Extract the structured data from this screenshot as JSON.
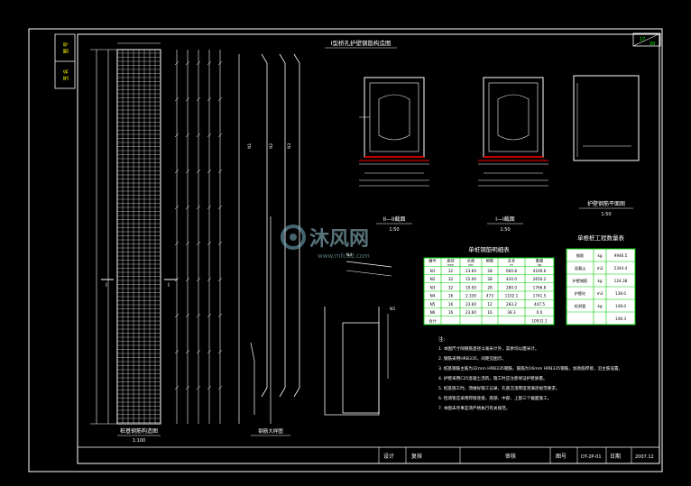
{
  "sheet": {
    "sheet_no": "17",
    "sheet_total": "20",
    "side_tab_1": "图 号",
    "side_tab_2": "签 名"
  },
  "elevation": {
    "title": "桩基钢筋构造图",
    "scale": "1:100"
  },
  "detail_bars": {
    "title": "钢筋大样图"
  },
  "section_views": {
    "title": "I型桥孔护壁钢筋构造图",
    "section_1_title": "II—II截面",
    "section_1_scale": "1:50",
    "section_2_title": "I—I截面",
    "section_2_scale": "1:50",
    "plan_title": "护壁钢筋平面图",
    "plan_scale": "1:50"
  },
  "small_detail": {
    "label_1": "N4",
    "label_2": "N5"
  },
  "bar_table": {
    "title": "单桩钢筋明细表",
    "headers": [
      "编号",
      "直径",
      "长度",
      "根数",
      "总长",
      "重量"
    ],
    "units": [
      "",
      "mm",
      "cm",
      "",
      "m",
      "kg"
    ],
    "rows": [
      [
        "N1",
        "32",
        "23.60",
        "28",
        "660.8",
        "4169.6"
      ],
      [
        "N2",
        "32",
        "15.00",
        "28",
        "420.0",
        "2650.2"
      ],
      [
        "N3",
        "32",
        "10.00",
        "28",
        "280.0",
        "1766.8"
      ],
      [
        "N4",
        "16",
        "2.330",
        "473",
        "1102.1",
        "1741.5"
      ],
      [
        "N5",
        "16",
        "23.60",
        "12",
        "283.2",
        "447.5"
      ],
      [
        "N6",
        "16",
        "23.60",
        "16",
        "38.3",
        "0.0"
      ]
    ],
    "total_label": "合计",
    "total_value": "10931.1"
  },
  "qty_table": {
    "title": "单根桩工程数量表",
    "rows": [
      [
        "钢筋",
        "kg",
        "9946.5"
      ],
      [
        "混凝土",
        "m3",
        "2344.4"
      ],
      [
        "护壁钢筋",
        "kg",
        "124.38"
      ],
      [
        "护壁砼",
        "m3",
        "138.0"
      ],
      [
        "检测管",
        "kg",
        "148.0"
      ],
      [
        "",
        "",
        "148.3"
      ]
    ]
  },
  "notes": {
    "title": "注:",
    "items": [
      "1. 本图尺寸除钢筋直径以毫米计外，其余均以厘米计。",
      "2. 钢筋采用HRB335，间距见图示。",
      "3. 桩基钢筋主筋为32mm HRB335钢筋，箍筋为16mm HRB335钢筋，加劲筋焊接，沿主筋设置。",
      "4. 护壁采用C25混凝土浇筑，施工时应注意保证护壁质量。",
      "5. 桩基施工时，须做好施工记录，孔底沉渣厚度须满足规范要求。",
      "6. 检测管应采用焊接连接，底部、中部、上部三个截面施工。",
      "7. 本图未尽事宜须严格执行有关规范。"
    ]
  },
  "title_block": {
    "labels": [
      "设计",
      "复核",
      "审核",
      "图号",
      "日期"
    ],
    "drawing_no": "DT-2P-01",
    "date": "2007.12"
  },
  "watermark": {
    "text": "沐风网",
    "url": "www.mfcad.com"
  },
  "colors": {
    "background": "#000000",
    "line": "#ffffff",
    "table_fill": "#ffffff",
    "table_text": "#000000",
    "accent_red": "#ff0000",
    "accent_green": "#00cc00",
    "accent_yellow": "#ffff00",
    "accent_cyan": "#00ccff"
  }
}
